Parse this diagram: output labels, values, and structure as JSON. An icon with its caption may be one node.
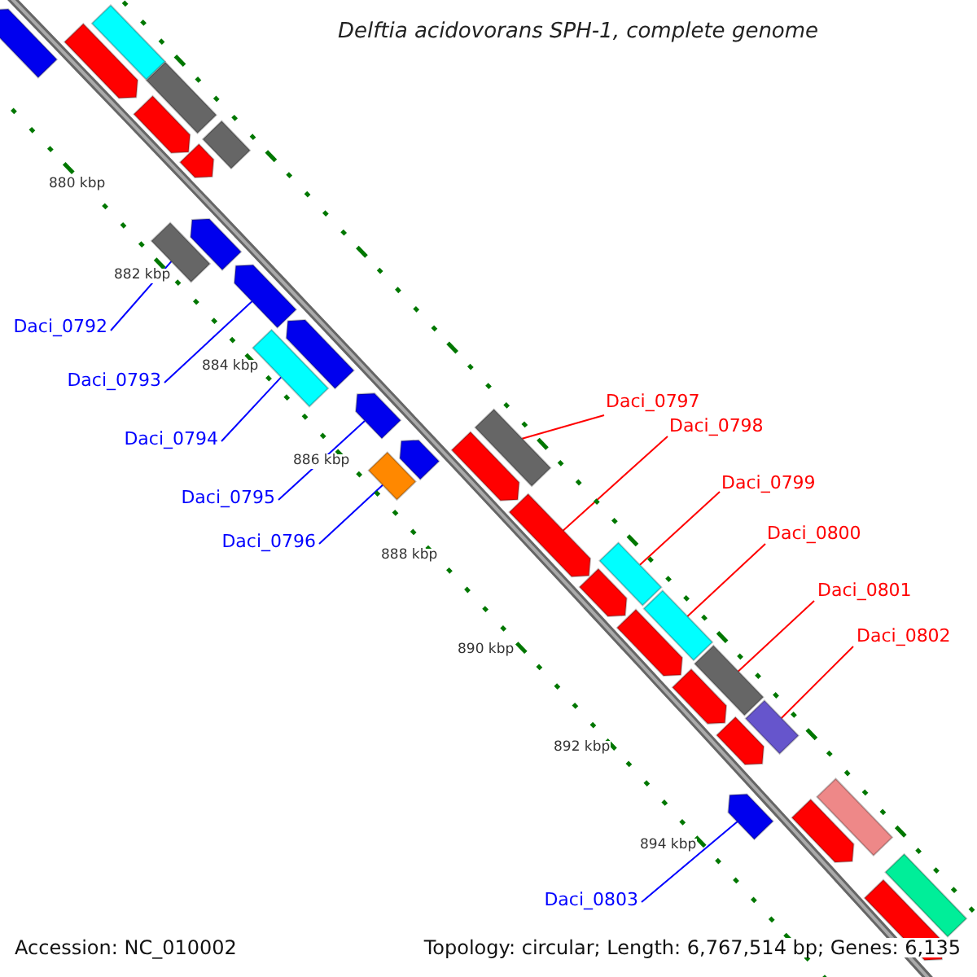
{
  "diagram": {
    "title": "Delftia acidovorans SPH-1, complete genome",
    "nodes": [
      {
        "text": [
          "Daci_0792"
        ]
      },
      {
        "text": [
          "Daci_0793"
        ]
      },
      {
        "text": [
          "Daci_0794"
        ]
      },
      {
        "text": [
          "Daci_0795"
        ]
      },
      {
        "text": [
          "Daci_0796"
        ]
      },
      {
        "text": [
          "Daci_0797"
        ]
      },
      {
        "text": [
          "Daci_0798"
        ]
      },
      {
        "text": [
          "Daci_0799"
        ]
      },
      {
        "text": [
          "Daci_0800"
        ]
      },
      {
        "text": [
          "Daci_0801"
        ]
      },
      {
        "text": [
          "Daci_0802"
        ]
      },
      {
        "text": [
          "Daci_0803"
        ]
      },
      {
        "text": [],
        "shape": "pentagon"
      },
      {
        "text": [],
        "shape": "pentagon"
      },
      {
        "text": [],
        "shape": "box"
      },
      {
        "text": [],
        "shape": "box"
      },
      {
        "text": [],
        "shape": "pentagon"
      },
      {
        "text": [],
        "shape": "pentagon"
      },
      {
        "text": [],
        "shape": "box"
      },
      {
        "text": [],
        "shape": "box"
      },
      {
        "text": [],
        "shape": "pentagon"
      },
      {
        "text": [],
        "shape": "pentagon"
      },
      {
        "text": [],
        "shape": "box"
      },
      {
        "text": [],
        "shape": "pentagon"
      },
      {
        "text": [],
        "shape": "pentagon"
      },
      {
        "text": [],
        "shape": "box"
      },
      {
        "text": [],
        "shape": "pentagon"
      },
      {
        "text": [],
        "shape": "box"
      },
      {
        "text": [],
        "shape": "pentagon"
      },
      {
        "text": [],
        "shape": "pentagon"
      },
      {
        "text": [],
        "shape": "pentagon"
      },
      {
        "text": [],
        "shape": "box"
      },
      {
        "text": [],
        "shape": "pentagon"
      },
      {
        "text": [],
        "shape": "box"
      },
      {
        "text": [],
        "shape": "pentagon"
      },
      {
        "text": [],
        "shape": "box"
      },
      {
        "text": [],
        "shape": "pentagon"
      },
      {
        "text": [],
        "shape": "box"
      },
      {
        "text": [],
        "shape": "pentagon"
      },
      {
        "text": [],
        "shape": "pentagon"
      },
      {
        "text": [],
        "shape": "box"
      },
      {
        "text": [],
        "shape": "box"
      },
      {
        "text": [],
        "shape": "pentagon"
      }
    ],
    "edges": [
      {
        "from": 0,
        "to": 19,
        "arrow": "none"
      },
      {
        "from": 1,
        "to": 21,
        "arrow": "none"
      },
      {
        "from": 2,
        "to": 22,
        "arrow": "none"
      },
      {
        "from": 3,
        "to": 24,
        "arrow": "none"
      },
      {
        "from": 4,
        "to": 25,
        "arrow": "none"
      },
      {
        "from": 5,
        "to": 27,
        "arrow": "none",
        "color": "#ff0000"
      },
      {
        "from": 6,
        "to": 29,
        "arrow": "none",
        "color": "#ff0000"
      },
      {
        "from": 7,
        "to": 31,
        "arrow": "none",
        "color": "#ff0000"
      },
      {
        "from": 8,
        "to": 33,
        "arrow": "none",
        "color": "#ff0000"
      },
      {
        "from": 9,
        "to": 35,
        "arrow": "none",
        "color": "#ff0000"
      },
      {
        "from": 10,
        "to": 37,
        "arrow": "none",
        "color": "#ff0000"
      },
      {
        "from": 11,
        "to": 38,
        "arrow": "none"
      }
    ],
    "labels": [
      "880 kbp",
      "882 kbp",
      "884 kbp",
      "886 kbp",
      "888 kbp",
      "890 kbp",
      "892 kbp",
      "894 kbp",
      "Accession: NC_010002",
      "Topology: circular; Length: 6,767,514 bp; Genes: 6,135"
    ]
  }
}
